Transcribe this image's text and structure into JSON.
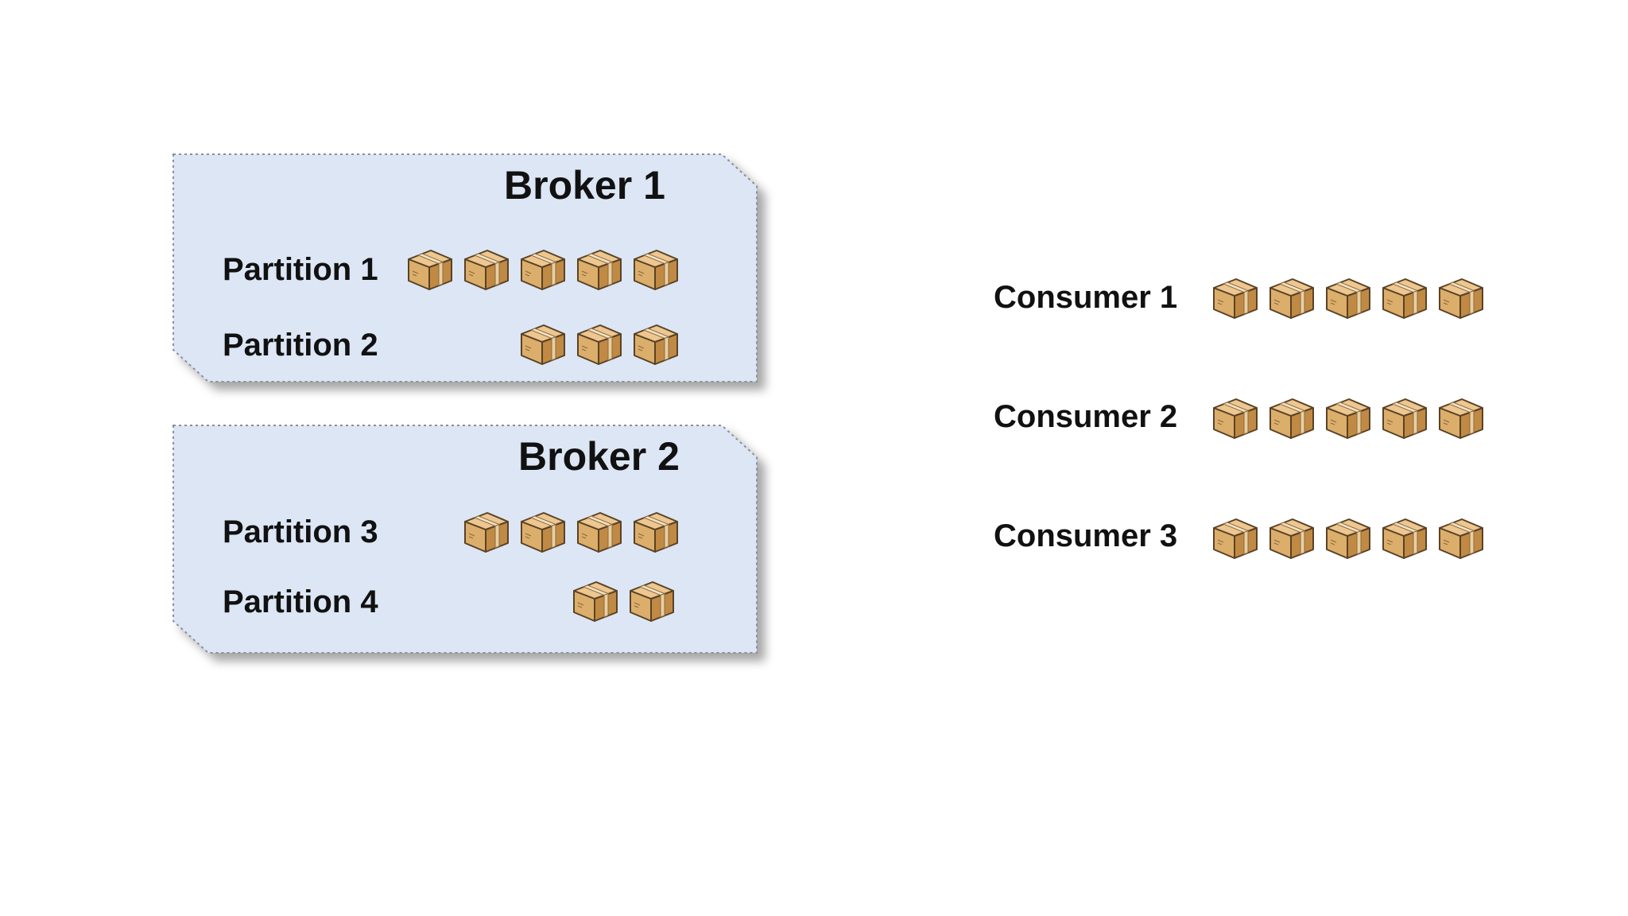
{
  "brokers": [
    {
      "title": "Broker 1",
      "partitions": [
        {
          "label": "Partition 1",
          "boxes": 5
        },
        {
          "label": "Partition 2",
          "boxes": 3
        }
      ]
    },
    {
      "title": "Broker 2",
      "partitions": [
        {
          "label": "Partition 3",
          "boxes": 4
        },
        {
          "label": "Partition 4",
          "boxes": 2
        }
      ]
    }
  ],
  "consumers": [
    {
      "label": "Consumer 1",
      "boxes": 5
    },
    {
      "label": "Consumer 2",
      "boxes": 5
    },
    {
      "label": "Consumer 3",
      "boxes": 5
    }
  ],
  "colors": {
    "broker_fill": "#dce6f5",
    "broker_border": "#8a8f99",
    "box_face": "#dcae6b",
    "box_top": "#edc78f",
    "box_side": "#c08a45",
    "box_tape": "#f3e3c4",
    "box_outline": "#5a4226"
  },
  "icons": {
    "package": "cardboard-box-icon"
  }
}
